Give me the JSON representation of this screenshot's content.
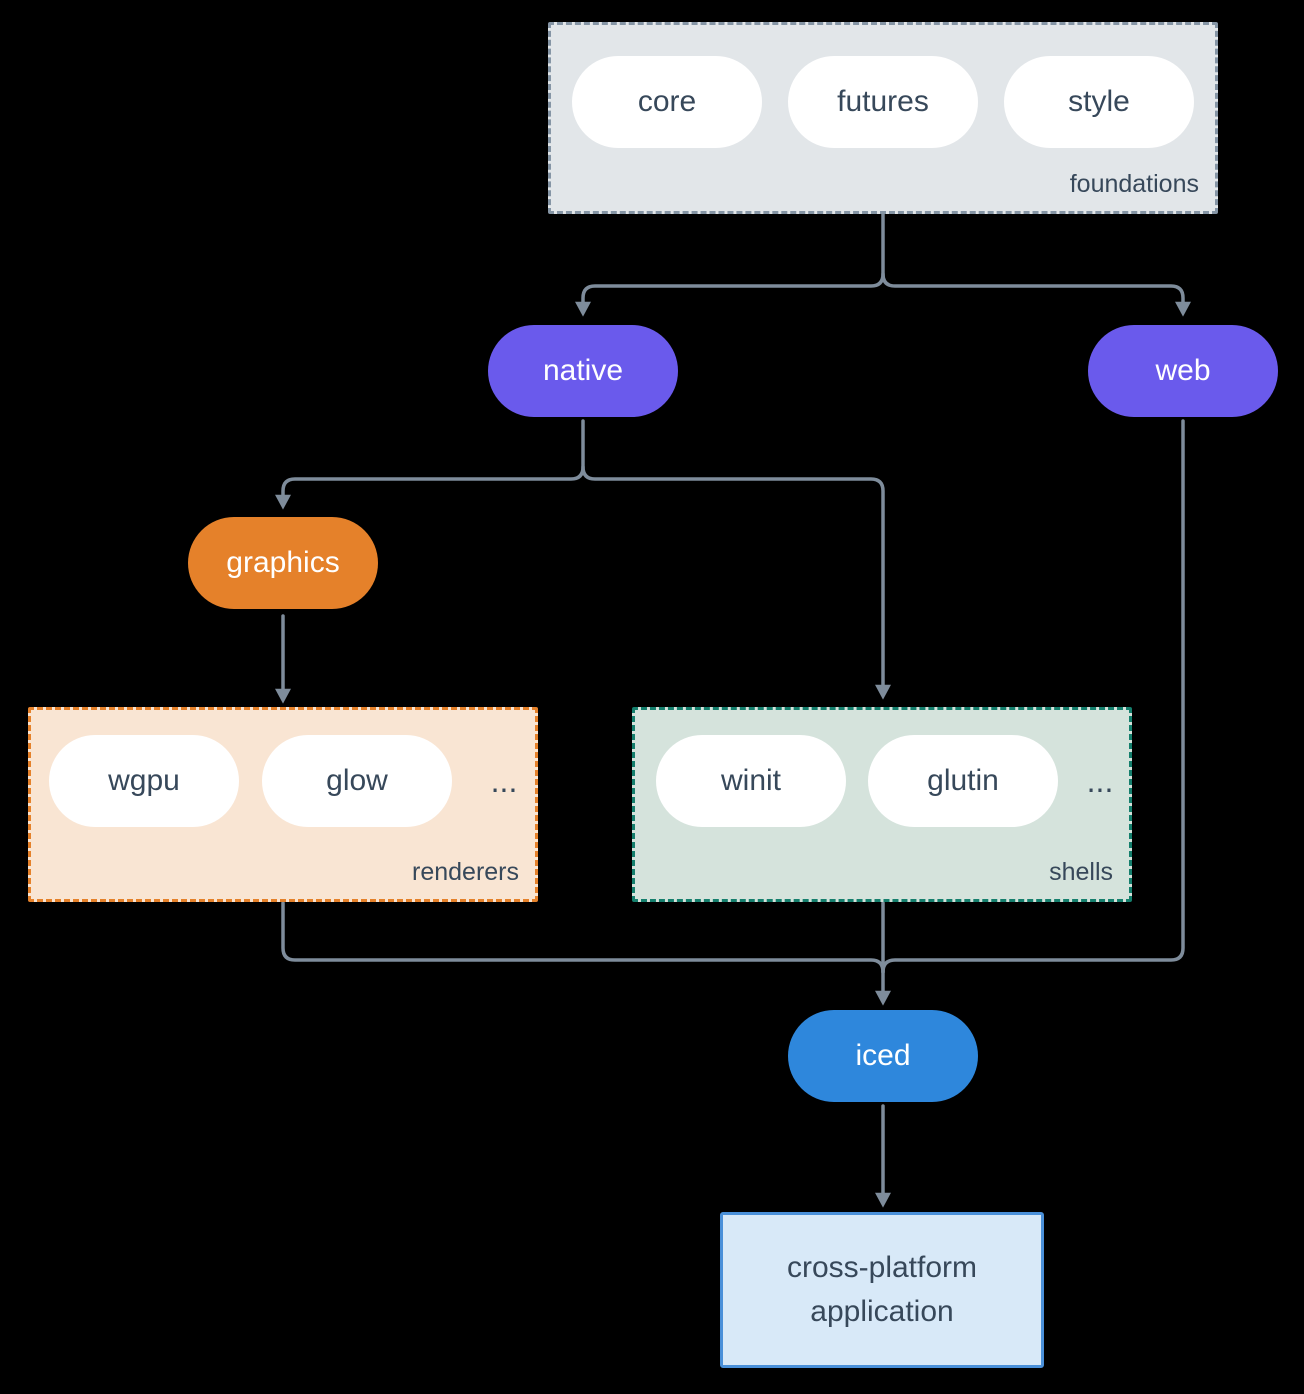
{
  "title": "iced crate ecosystem diagram",
  "colors": {
    "background": "#000000",
    "line": "#7e8c9b",
    "text_dark": "#37485a",
    "white": "#ffffff",
    "purple": "#6a5aec",
    "orange": "#e5812a",
    "orange_fill": "#f9e5d3",
    "teal": "#157f6d",
    "teal_fill": "#d5e3dc",
    "slate_border": "#8595a5",
    "slate_fill": "#e2e6e9",
    "blue": "#2e87dc",
    "blue_fill": "#d8e9f8",
    "blue_border": "#4a90d9"
  },
  "nodes": {
    "foundations": {
      "label": "foundations",
      "pills": [
        "core",
        "futures",
        "style"
      ]
    },
    "native": {
      "label": "native"
    },
    "web": {
      "label": "web"
    },
    "graphics": {
      "label": "graphics"
    },
    "renderers": {
      "label": "renderers",
      "pills": [
        "wgpu",
        "glow"
      ],
      "ellipsis": "..."
    },
    "shells": {
      "label": "shells",
      "pills": [
        "winit",
        "glutin"
      ],
      "ellipsis": "..."
    },
    "iced": {
      "label": "iced"
    },
    "application": {
      "lines": [
        "cross-platform",
        "application"
      ]
    }
  },
  "edges": [
    "foundations->native",
    "foundations->web",
    "native->graphics",
    "native->shells",
    "graphics->renderers",
    "renderers->iced",
    "shells->iced",
    "web->iced",
    "iced->application"
  ]
}
